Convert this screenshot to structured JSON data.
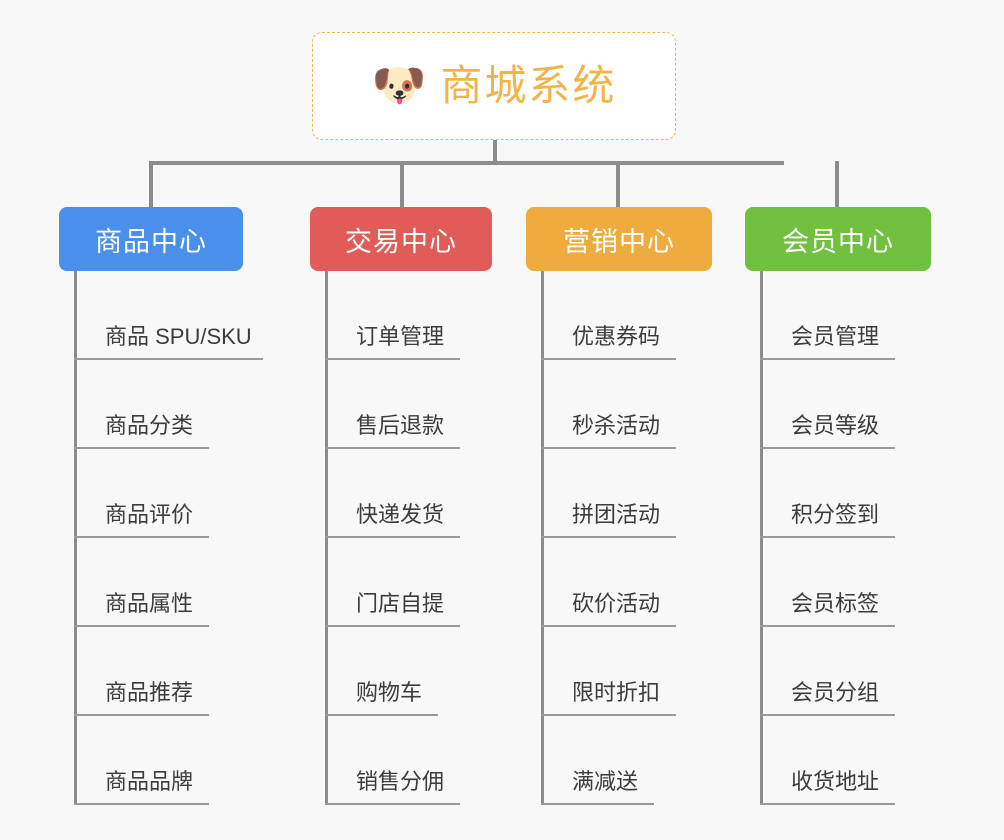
{
  "page": {
    "background": "#f8f8f8",
    "type": "mindmap"
  },
  "root": {
    "icon": "dog-face-icon",
    "icon_glyph": "🐶",
    "title": "商城系统",
    "color": "#f0b44a",
    "border_style": "dashed"
  },
  "branches": [
    {
      "id": "product-center",
      "label": "商品中心",
      "color": "#4a90ea",
      "items": [
        "商品 SPU/SKU",
        "商品分类",
        "商品评价",
        "商品属性",
        "商品推荐",
        "商品品牌"
      ]
    },
    {
      "id": "trade-center",
      "label": "交易中心",
      "color": "#e15b59",
      "items": [
        "订单管理",
        "售后退款",
        "快递发货",
        "门店自提",
        "购物车",
        "销售分佣"
      ]
    },
    {
      "id": "marketing-center",
      "label": "营销中心",
      "color": "#eeab3e",
      "items": [
        "优惠券码",
        "秒杀活动",
        "拼团活动",
        "砍价活动",
        "限时折扣",
        "满减送"
      ]
    },
    {
      "id": "member-center",
      "label": "会员中心",
      "color": "#72c040",
      "items": [
        "会员管理",
        "会员等级",
        "积分签到",
        "会员标签",
        "会员分组",
        "收货地址"
      ]
    }
  ]
}
